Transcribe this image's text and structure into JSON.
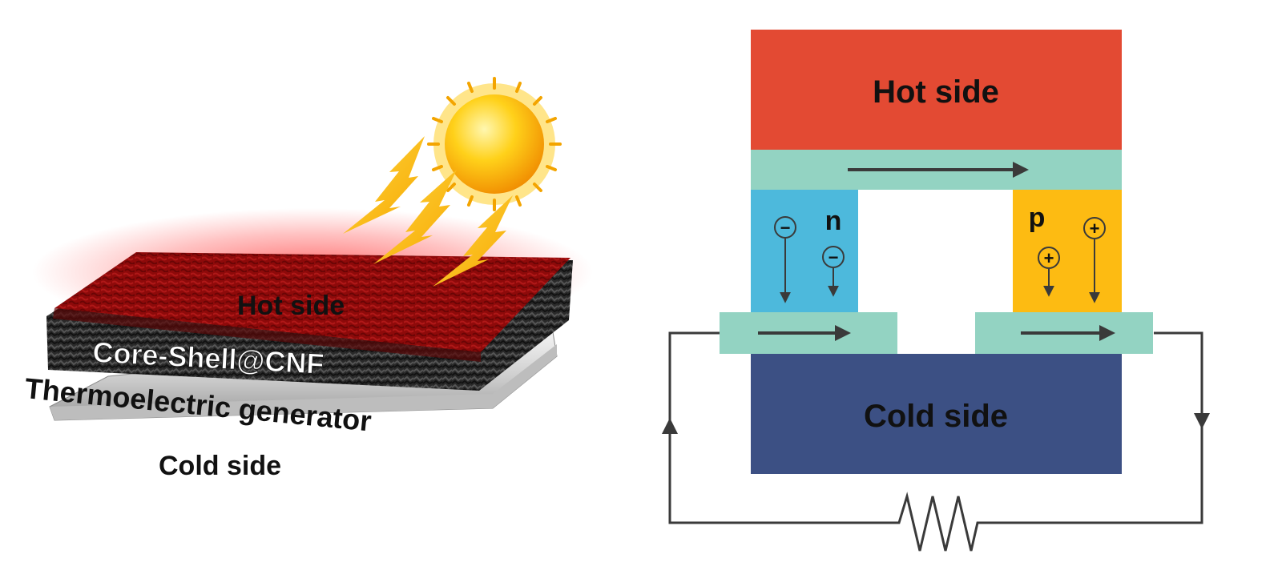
{
  "left_panel": {
    "hot_side_label": "Hot side",
    "layer_label": "Core-Shell@CNF",
    "generator_label": "Thermoelectric generator",
    "cold_side_label": "Cold side"
  },
  "right_panel": {
    "hot_side_label": "Hot side",
    "cold_side_label": "Cold side",
    "n_leg_label": "n",
    "p_leg_label": "p",
    "electron_symbol": "−",
    "hole_symbol": "+"
  },
  "colors": {
    "hot": "#e34a33",
    "cold": "#3c5084",
    "connector": "#93d3c2",
    "n_leg": "#4db9dc",
    "p_leg": "#fdbb12",
    "wire": "#3a3a3a",
    "absorber": "#8e0a0a",
    "sun": "#ffd11a"
  }
}
